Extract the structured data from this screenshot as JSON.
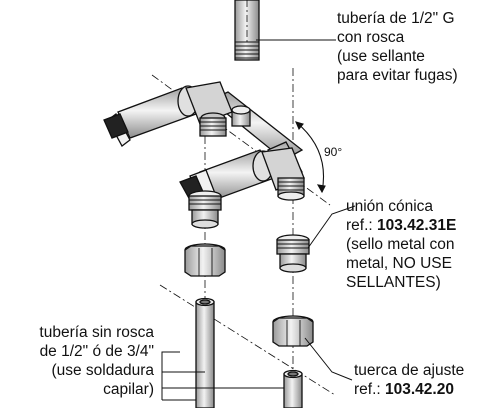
{
  "labels": {
    "threaded_pipe": {
      "line1": "tubería de 1/2\" G",
      "line2": "con rosca",
      "line3": "(use sellante",
      "line4": "para evitar fugas)"
    },
    "angle": "90°",
    "conical_union": {
      "line1": "unión cónica",
      "ref_prefix": "ref.: ",
      "ref": "103.42.31E",
      "line3": "(sello metal con",
      "line4": "metal, NO USE",
      "line5": "SELLANTES)"
    },
    "unthreaded_pipe": {
      "line1": "tubería sin rosca",
      "line2": "de 1/2\" ó de 3/4\"",
      "line3": "(use soldadura",
      "line4": "capilar)"
    },
    "nut": {
      "line1": "tuerca de ajuste",
      "ref_prefix": "ref.: ",
      "ref": "103.42.20"
    }
  },
  "colors": {
    "ink": "#111111",
    "part_fill": "#d8d8d8",
    "shade": "#9a9a9a"
  }
}
